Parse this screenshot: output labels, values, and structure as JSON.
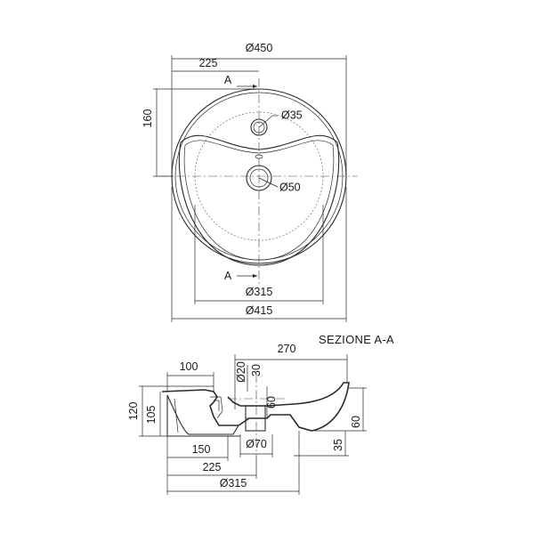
{
  "plan_view": {
    "overall_diameter": "Ø450",
    "rim_diameter": "Ø415",
    "basin_diameter": "Ø315",
    "tap_hole_diameter": "Ø35",
    "drain_diameter": "Ø50",
    "offset_225": "225",
    "depth_160": "160",
    "section_marker_top": "A",
    "section_marker_bottom": "A"
  },
  "section_view": {
    "title": "SEZIONE A-A",
    "width_270": "270",
    "dim_100": "100",
    "dim_d20": "Ø20",
    "dim_30": "30",
    "dim_60_inner": "60",
    "height_120": "120",
    "height_105": "105",
    "dim_60_right": "60",
    "dim_35": "35",
    "drain_d70": "Ø70",
    "dim_150": "150",
    "dim_225": "225",
    "base_d315": "Ø315"
  }
}
